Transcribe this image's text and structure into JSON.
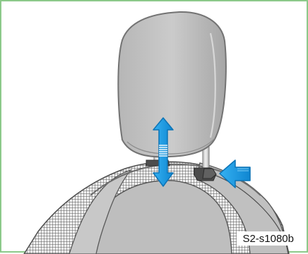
{
  "figure": {
    "label": "S2-s1080b",
    "border_color": "#8cc98a",
    "arrow_color": "#1d93d8",
    "headrest_color": "#c8c8c8",
    "icons": {
      "vertical_arrow": "double-headed-vertical-arrow",
      "push_arrow": "left-pointing-arrow",
      "headrest": "headrest",
      "seat": "seat-backrest"
    }
  }
}
